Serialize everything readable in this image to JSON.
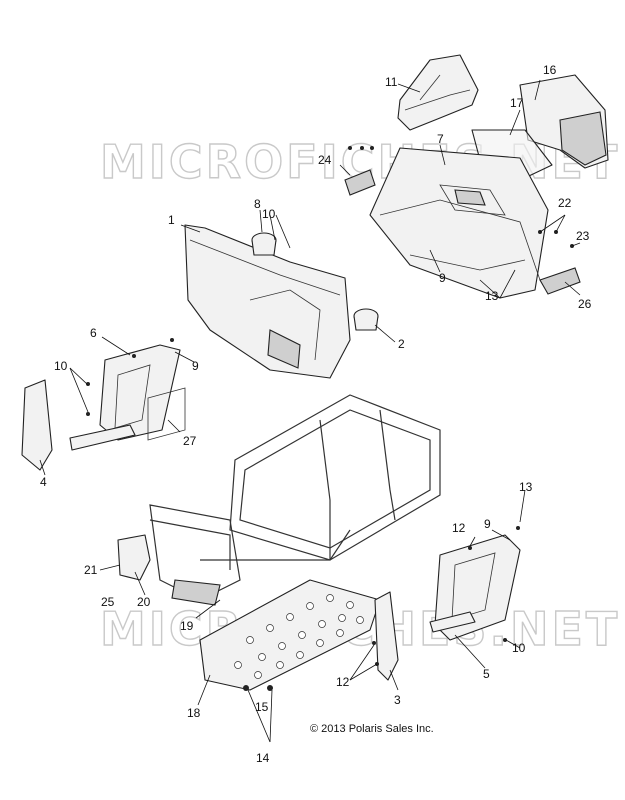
{
  "watermark": "MICROFICHES.NET",
  "copyright": "© 2013 Polaris Sales Inc.",
  "callouts": {
    "c1": "1",
    "c2": "2",
    "c3": "3",
    "c4": "4",
    "c5": "5",
    "c6": "6",
    "c7": "7",
    "c8": "8",
    "c9": "9",
    "c10": "10",
    "c11": "11",
    "c12": "12",
    "c13": "13",
    "c14": "14",
    "c15": "15",
    "c16": "16",
    "c17": "17",
    "c18": "18",
    "c19": "19",
    "c20": "20",
    "c21": "21",
    "c22": "22",
    "c23": "23",
    "c24": "24",
    "c25": "25",
    "c26": "26",
    "c27": "27"
  }
}
